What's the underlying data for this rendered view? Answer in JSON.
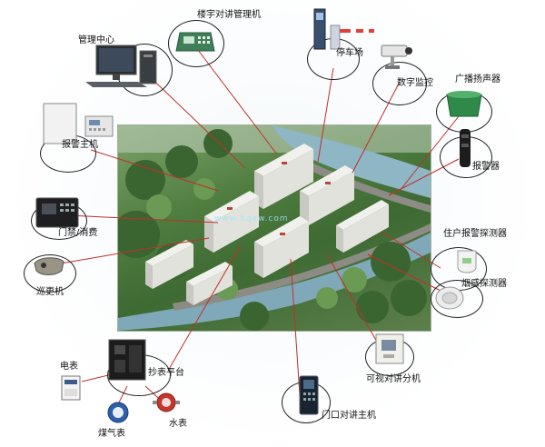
{
  "labels": {
    "management_center": "管理中心",
    "building_intercom_manager": "楼宇对讲管理机",
    "parking": "停车场",
    "digital_monitoring": "数字监控",
    "broadcast_speaker": "广播扬声器",
    "alarm_host": "报警主机",
    "alarm": "报警器",
    "access_consumption": "门禁/消费",
    "resident_alarm_detector": "住户报警探测器",
    "patrol_device": "巡更机",
    "smoke_detector": "烟感探测器",
    "meter_reading_platform": "抄表平台",
    "electric_meter": "电表",
    "video_intercom_extension": "可视对讲分机",
    "gas_meter": "煤气表",
    "water_meter": "水表",
    "entrance_intercom_host": "门口对讲主机"
  },
  "watermark": "www.hqew.com",
  "colors": {
    "connector": "#c0302a",
    "ring": "#222222",
    "greenery": "#4f7d3f",
    "river": "#8fb6c4",
    "road": "#8c8c84"
  }
}
